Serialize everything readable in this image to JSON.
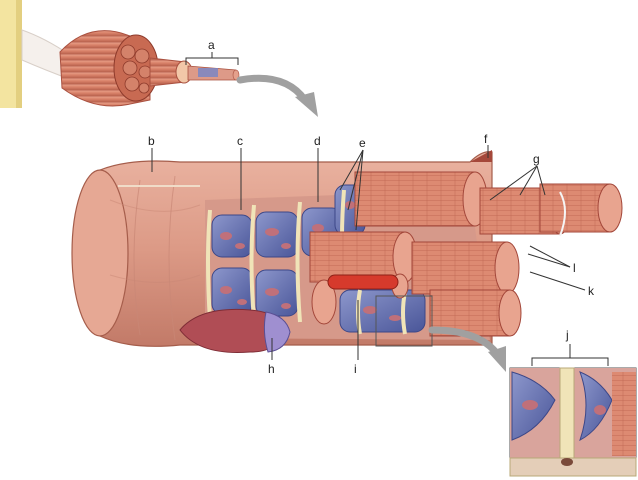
{
  "labels": {
    "a": "a",
    "b": "b",
    "c": "c",
    "d": "d",
    "e": "e",
    "f": "f",
    "g": "g",
    "h": "h",
    "i": "i",
    "j": "j",
    "k": "k",
    "l": "l"
  },
  "colors": {
    "fiber": "#dc9a86",
    "fiber_dark": "#b76a58",
    "myofibril": "#d9826a",
    "myofibril_line": "#a3473a",
    "sr": "#5563a8",
    "sr_light": "#8d97cc",
    "t_tubule": "#f0e4b8",
    "nucleus": "#a64a4a",
    "bone": "#f3e4a0",
    "arrow": "#9a9a9a"
  }
}
